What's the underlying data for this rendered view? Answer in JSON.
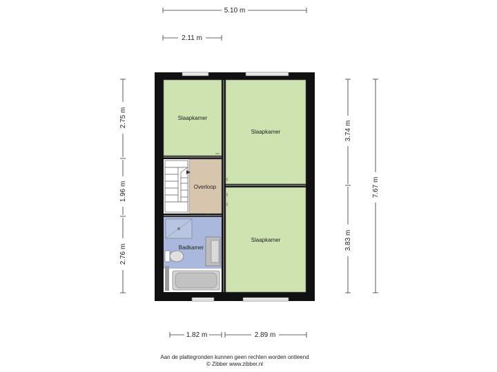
{
  "dimensions": {
    "top_total": "5.10 m",
    "top_partial": "2.11 m",
    "bottom_left": "1.82 m",
    "bottom_right": "2.89 m",
    "left_top": "2.75 m",
    "left_middle": "1.96 m",
    "left_bottom": "2.76 m",
    "right_top": "3.74 m",
    "right_bottom": "3.83 m",
    "right_total": "7.67 m"
  },
  "rooms": {
    "slaapkamer_top_left": "Slaapkamer",
    "slaapkamer_top_right": "Slaapkamer",
    "slaapkamer_bottom_right": "Slaapkamer",
    "overloop": "Overloop",
    "badkamer": "Badkamer"
  },
  "footer": {
    "line1": "Aan de plattegronden kunnen geen rechten worden ontleend",
    "line2": "© Zibber www.zibber.nl"
  },
  "colors": {
    "wall": "#111111",
    "bedroom": "#cfe3b0",
    "landing": "#d7c6ad",
    "bathroom": "#a9b8dc"
  }
}
